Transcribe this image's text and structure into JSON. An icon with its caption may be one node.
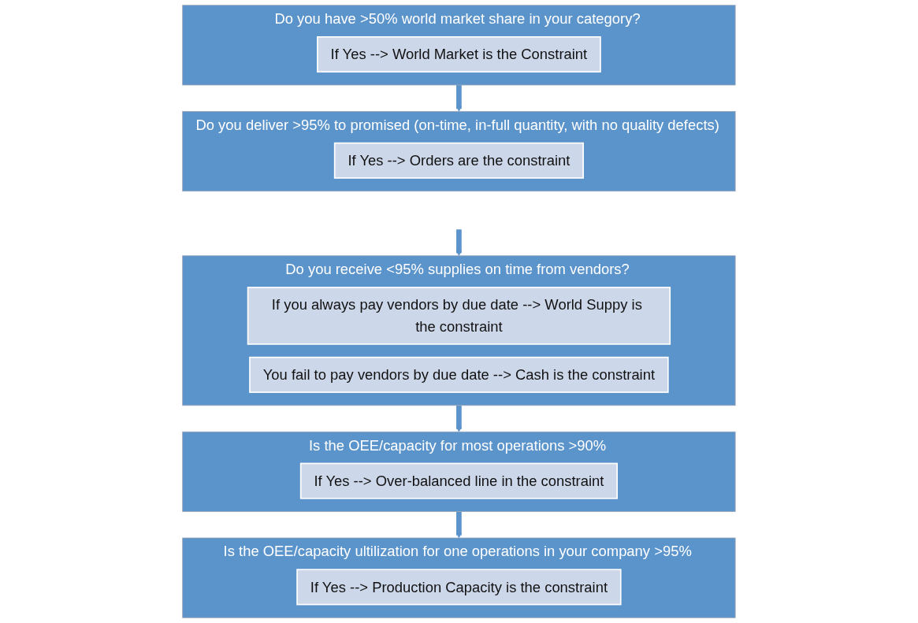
{
  "diagram": {
    "nodes": [
      {
        "text": [
          "Do you have >50% world market share in your category?"
        ]
      },
      {
        "text": [
          "If Yes --> World Market is the Constraint"
        ],
        "in": 0
      },
      {
        "text": [
          "Do you deliver >95% to promised (on-time, in-full quantity, with no quality defects)"
        ]
      },
      {
        "text": [
          "If Yes  --> Orders are the constraint"
        ],
        "in": 2
      },
      {
        "text": [
          "Do you receive <95% supplies on time from vendors?"
        ]
      },
      {
        "text": [
          "If you always pay vendors by due date --> World Suppy is the constraint"
        ],
        "in": 4
      },
      {
        "text": [
          "You fail to pay vendors by due date --> Cash is the constraint"
        ],
        "in": 4
      },
      {
        "text": [
          "Is the OEE/capacity for most operations >90%"
        ]
      },
      {
        "text": [
          "If Yes --> Over-balanced line in the constraint"
        ],
        "in": 7
      },
      {
        "text": [
          "Is the OEE/capacity ultilization for one operations in your company >95%"
        ]
      },
      {
        "text": [
          "If Yes --> Production Capacity is the constraint"
        ],
        "in": 9
      }
    ],
    "edges": [
      {
        "from": 0,
        "to": 2,
        "arrow": "to"
      },
      {
        "from": 2,
        "to": 4,
        "arrow": "to"
      },
      {
        "from": 4,
        "to": 7,
        "arrow": "to"
      },
      {
        "from": 7,
        "to": 9,
        "arrow": "to"
      }
    ]
  }
}
